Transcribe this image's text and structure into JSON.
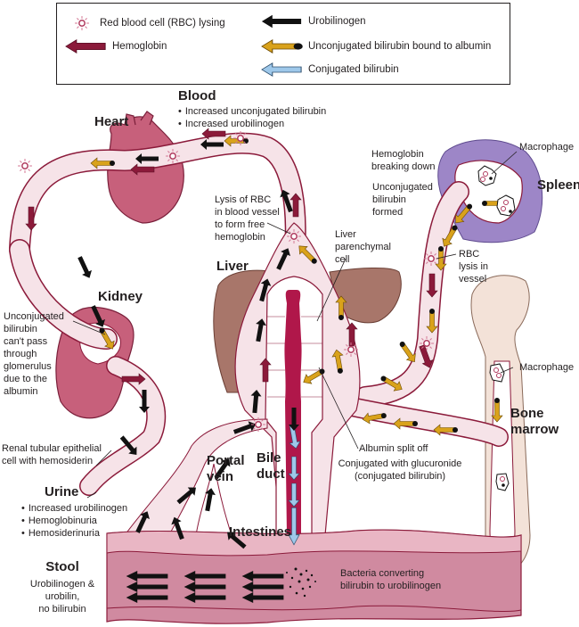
{
  "colors": {
    "hemoglobin": "#8b1a3a",
    "urobilinogen": "#111111",
    "unconjugated_bilirubin": "#d9a21b",
    "conjugated_bilirubin": "#9ec8ea",
    "vessel_fill": "#f6e3e8",
    "vessel_outline": "#8b1a3a",
    "organ_pink": "#c7607b",
    "liver_brown": "#a8766a",
    "spleen_purple": "#9d86c7",
    "bone": "#f3e2d8"
  },
  "legend": {
    "items": [
      {
        "icon": "rbc-lysing-icon",
        "label": "Red blood cell (RBC) lysing"
      },
      {
        "icon": "hemoglobin-arrow-icon",
        "label": "Hemoglobin"
      },
      {
        "icon": "urobilinogen-arrow-icon",
        "label": "Urobilinogen"
      },
      {
        "icon": "unconjugated-bilirubin-arrow-icon",
        "label": "Unconjugated bilirubin bound to albumin"
      },
      {
        "icon": "conjugated-bilirubin-arrow-icon",
        "label": "Conjugated bilirubin"
      }
    ]
  },
  "labels": {
    "blood": {
      "title": "Blood",
      "bullets": [
        "Increased unconjugated bilirubin",
        "Increased urobilinogen"
      ]
    },
    "heart": "Heart",
    "lysis_rbc": [
      "Lysis of RBC",
      "in blood vessel",
      "to form free",
      "hemoglobin"
    ],
    "liver": "Liver",
    "liver_parenchymal": [
      "Liver",
      "parenchymal",
      "cell"
    ],
    "hemoglobin_breaking": [
      "Hemoglobin",
      "breaking down"
    ],
    "unconjugated_formed": [
      "Unconjugated",
      "bilirubin",
      "formed"
    ],
    "macrophage_spleen": "Macrophage",
    "spleen": "Spleen",
    "rbc_lysis_vessel": [
      "RBC",
      "lysis in",
      "vessel"
    ],
    "kidney": "Kidney",
    "kidney_note": [
      "Unconjugated",
      "bilirubin",
      "can't pass",
      "through",
      "glomerulus",
      "due to the",
      "albumin"
    ],
    "macrophage_bone": "Macrophage",
    "bone_marrow": [
      "Bone",
      "marrow"
    ],
    "albumin_split": "Albumin split off",
    "conjugated_with": [
      "Conjugated with glucuronide",
      "(conjugated bilirubin)"
    ],
    "renal_tubular": [
      "Renal tubular epithelial",
      "cell with hemosiderin"
    ],
    "portal_vein": [
      "Portal",
      "vein"
    ],
    "bile_duct": [
      "Bile",
      "duct"
    ],
    "urine": {
      "title": "Urine",
      "bullets": [
        "Increased urobilinogen",
        "Hemoglobinuria",
        "Hemosiderinuria"
      ]
    },
    "intestines": "Intestines",
    "stool": {
      "title": "Stool",
      "lines": [
        "Urobilinogen &",
        "urobilin,",
        "no bilirubin"
      ]
    },
    "bacteria": [
      "Bacteria converting",
      "bilirubin to urobilinogen"
    ]
  }
}
